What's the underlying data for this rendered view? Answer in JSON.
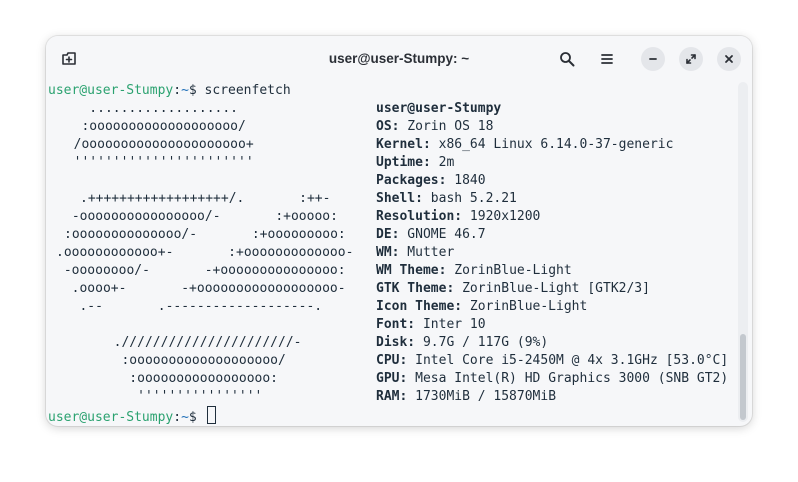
{
  "window": {
    "title": "user@user-Stumpy: ~"
  },
  "prompt": {
    "user_host": "user@user-Stumpy",
    "separator": ":",
    "path": "~",
    "symbol": "$ ",
    "command": "screenfetch"
  },
  "art": [
    "    ...................",
    "   :ooooooooooooooooooo/",
    "  /ooooooooooooooooooooo+",
    "  '''''''''''''''''''''''",
    "",
    ".++++++++++++++++++/.       :++-",
    " -oooooooooooooooo/-       :+ooooo:",
    ":oooooooooooooo/-       :+ooooooooo:",
    ".oooooooooooo+-       :+ooooooooooooo-",
    " -oooooooo/-       -+ooooooooooooooo:",
    "  .oooo+-       -+oooooooooooooooooo-",
    "   .--       .-------------------.",
    "",
    "  .//////////////////////-",
    "   :ooooooooooooooooooo/",
    "    :ooooooooooooooooo:",
    "     ''''''''''''''''"
  ],
  "info": {
    "header": "user@user-Stumpy",
    "rows": [
      {
        "key": "OS:",
        "value": " Zorin OS 18"
      },
      {
        "key": "Kernel:",
        "value": " x86_64 Linux 6.14.0-37-generic"
      },
      {
        "key": "Uptime:",
        "value": " 2m"
      },
      {
        "key": "Packages:",
        "value": " 1840"
      },
      {
        "key": "Shell:",
        "value": " bash 5.2.21"
      },
      {
        "key": "Resolution:",
        "value": " 1920x1200"
      },
      {
        "key": "DE:",
        "value": " GNOME 46.7"
      },
      {
        "key": "WM:",
        "value": " Mutter"
      },
      {
        "key": "WM Theme:",
        "value": " ZorinBlue-Light"
      },
      {
        "key": "GTK Theme:",
        "value": " ZorinBlue-Light [GTK2/3]"
      },
      {
        "key": "Icon Theme:",
        "value": " ZorinBlue-Light"
      },
      {
        "key": "Font:",
        "value": " Inter 10"
      },
      {
        "key": "Disk:",
        "value": " 9.7G / 117G (9%)"
      },
      {
        "key": "CPU:",
        "value": " Intel Core i5-2450M @ 4x 3.1GHz [53.0°C]"
      },
      {
        "key": "GPU:",
        "value": " Mesa Intel(R) HD Graphics 3000 (SNB GT2)"
      },
      {
        "key": "RAM:",
        "value": " 1730MiB / 15870MiB"
      }
    ]
  },
  "icons": {
    "new_tab": "new-tab-icon",
    "search": "search-icon",
    "menu": "hamburger-menu-icon",
    "minimize": "minimize-icon",
    "maximize": "maximize-icon",
    "close": "close-icon"
  },
  "colors": {
    "prompt_user": "#2ba270",
    "prompt_path": "#1f6fb8",
    "text": "#1f2e3c"
  }
}
